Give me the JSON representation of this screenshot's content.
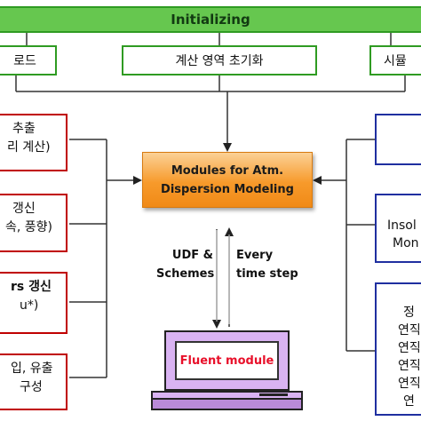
{
  "header": {
    "title": "Initializing"
  },
  "top_row": {
    "left_label": "로드",
    "center_label": "계산 영역 초기화",
    "right_label": "시뮬"
  },
  "center_module": {
    "line1": "Modules for Atm.",
    "line2": "Dispersion Modeling"
  },
  "left_column": [
    {
      "line1": "추출",
      "line2": "리 계산)"
    },
    {
      "line1": "갱신",
      "line2": "속, 풍향)"
    },
    {
      "line1": "rs 갱신",
      "line2": "u*)"
    },
    {
      "line1": "입, 유출",
      "line2": "구성"
    }
  ],
  "right_column": [
    {
      "lines": [
        ""
      ]
    },
    {
      "lines": [
        "Insol",
        "Mon"
      ]
    },
    {
      "lines": [
        "정",
        "연직",
        "연직",
        "연직",
        "연직",
        "연"
      ]
    }
  ],
  "arrows": {
    "down_label_line1": "UDF &",
    "down_label_line2": "Schemes",
    "up_label_line1": "Every",
    "up_label_line2": "time step"
  },
  "computer": {
    "screen_label": "Fluent module"
  },
  "colors": {
    "header_fill": "#66c74f",
    "green_border": "#2f9b22",
    "red_border": "#c00000",
    "blue_border": "#1f2fa0",
    "center_fill": "#f79a2b",
    "monitor_fill": "#d9b3f2",
    "screen_text": "#e8102a"
  }
}
